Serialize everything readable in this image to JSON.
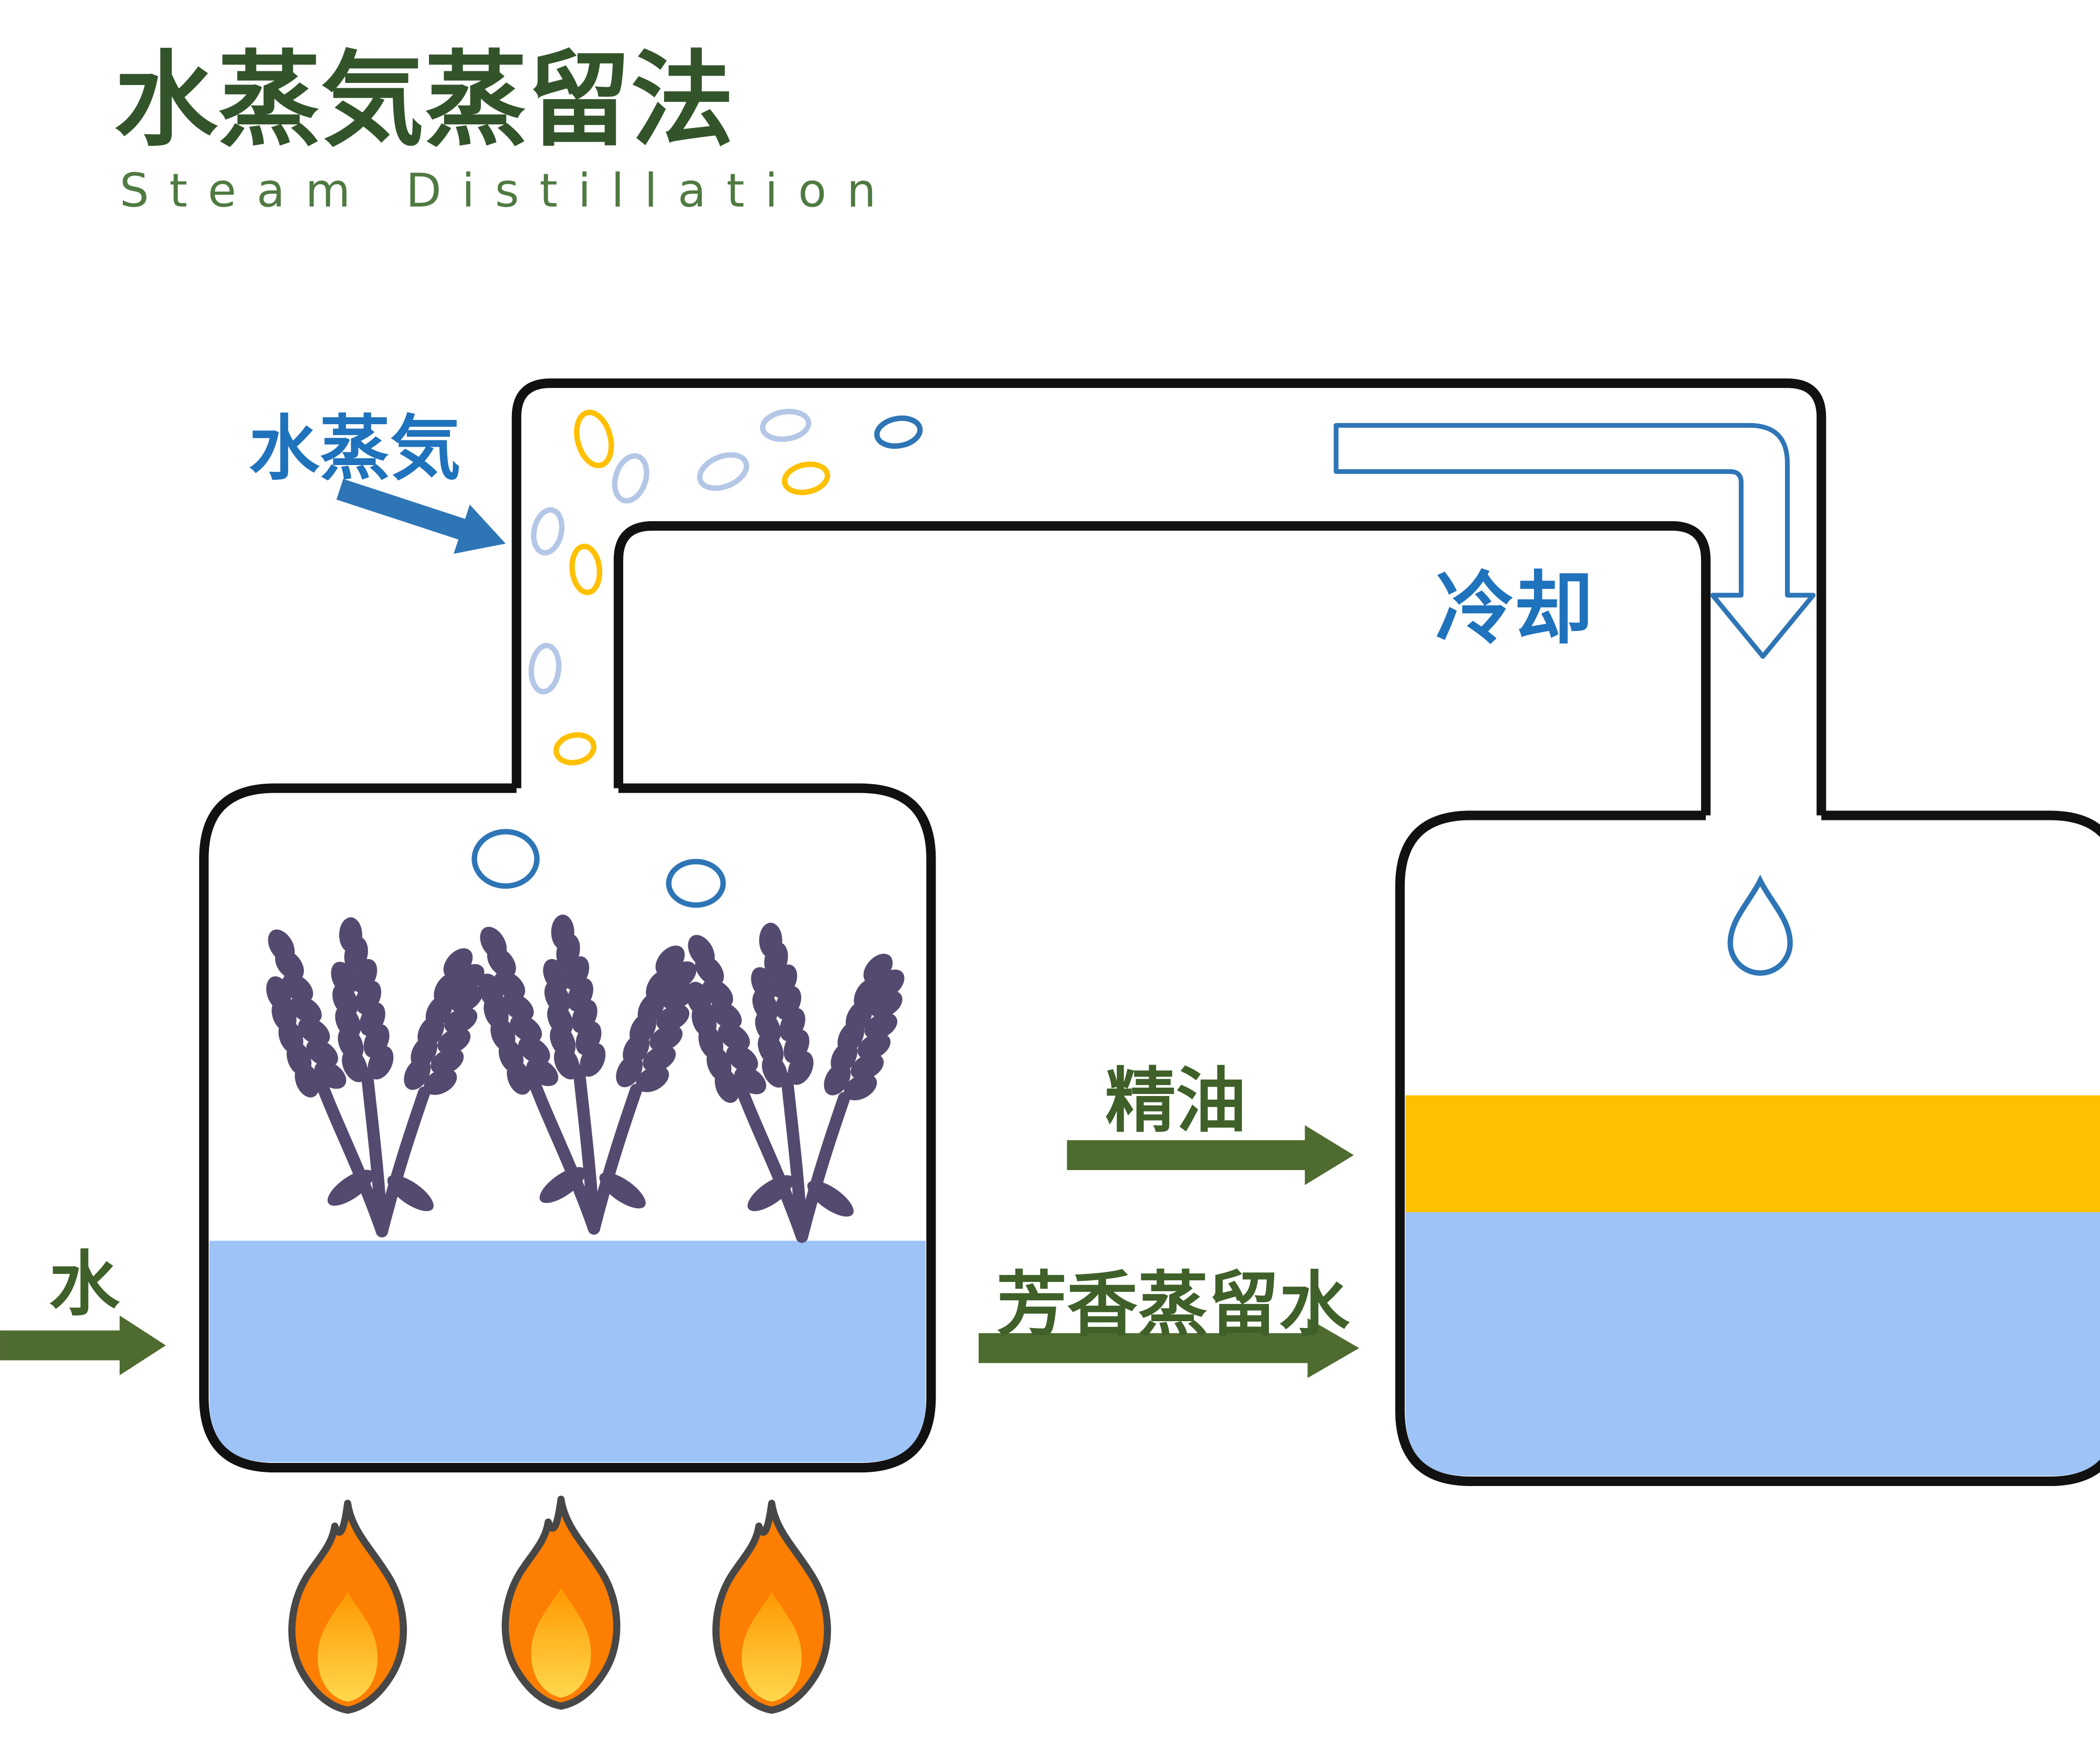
{
  "header": {
    "title": "水蒸気蒸留法",
    "subtitle": "Steam Distillation"
  },
  "labels": {
    "steam": "水蒸気",
    "cooling": "冷却",
    "water_in": "水",
    "essential_oil": "精油",
    "hydrosol": "芳香蒸留水"
  },
  "colors": {
    "title_green": "#33542b",
    "subtitle_green": "#4f7a42",
    "label_green": "#3f6029",
    "arrow_green": "#4e6b30",
    "blue_label": "#1f72bc",
    "steam_blue": "#2e75b6",
    "steam_light_blue": "#b4c7e7",
    "steam_yellow": "#ffc000",
    "water_fill": "#9dc3f7",
    "oil_fill": "#ffc000",
    "lavender_purple": "#544a6f",
    "flame_orange": "#fc7e03",
    "outline_black": "#111111"
  }
}
